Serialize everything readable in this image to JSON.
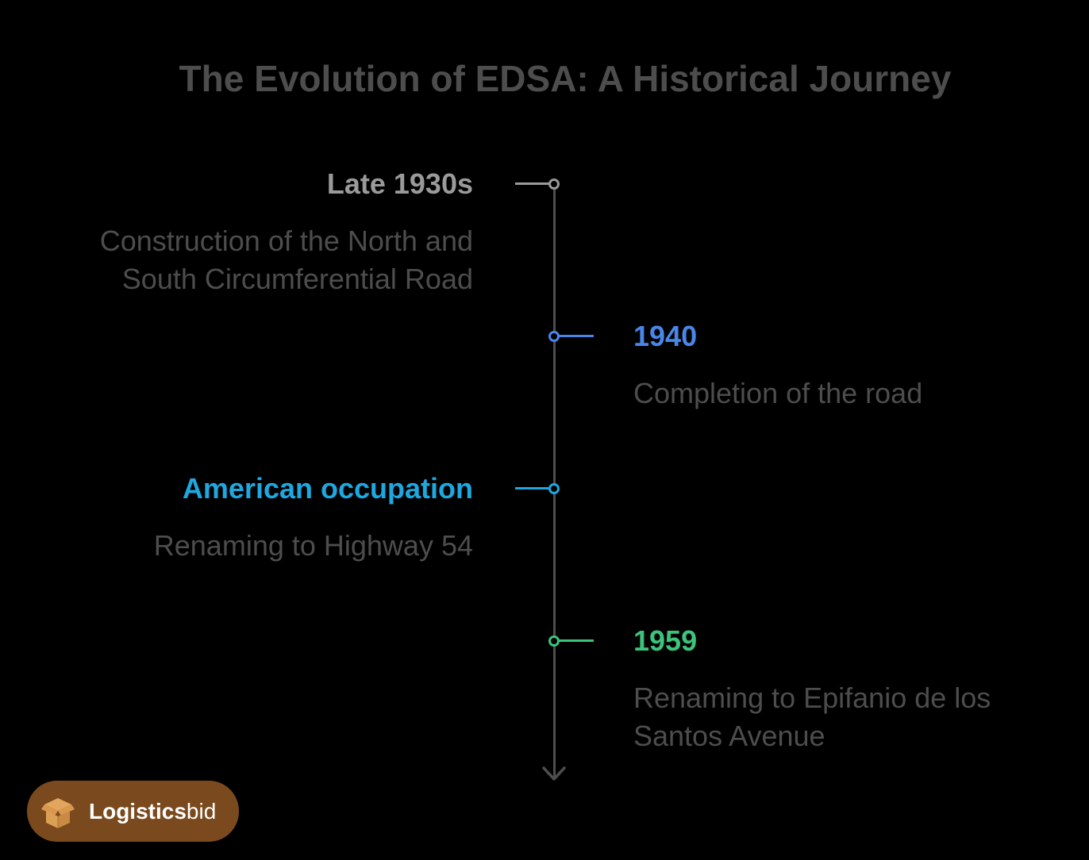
{
  "title": "The Evolution of EDSA: A Historical Journey",
  "colors": {
    "background": "#000000",
    "axis": "#4d4d4d",
    "text": "#4d4d4d",
    "event_1": "#9a9a9a",
    "event_2": "#4a86e8",
    "event_3": "#1ea8df",
    "event_4": "#3cc47c",
    "badge_bg": "#7a4a1e"
  },
  "timeline": {
    "events": [
      {
        "label": "Late 1930s",
        "side": "left",
        "description": "Construction of the North and South Circumferential Road",
        "description_lines": [
          "Construction of the North and",
          "South Circumferential Road"
        ]
      },
      {
        "label": "1940",
        "side": "right",
        "description": "Completion of the road",
        "description_lines": [
          "Completion of the road"
        ]
      },
      {
        "label": "American occupation",
        "side": "left",
        "description": "Renaming to Highway 54",
        "description_lines": [
          "Renaming to Highway 54"
        ]
      },
      {
        "label": "1959",
        "side": "right",
        "description": "Renaming to Epifanio de los Santos Avenue",
        "description_lines": [
          "Renaming to Epifanio de los",
          "Santos Avenue"
        ]
      }
    ],
    "end_icon": "arrow-down-icon"
  },
  "badge": {
    "icon": "box-icon",
    "brand_bold": "Logistics",
    "brand_light": "bid"
  }
}
